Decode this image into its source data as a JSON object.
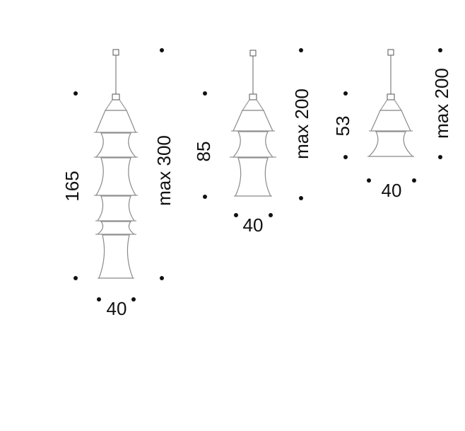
{
  "lamps": [
    {
      "height_label": "165",
      "width_label": "40",
      "max_label": "max 300"
    },
    {
      "height_label": "85",
      "width_label": "40",
      "max_label": "max 200"
    },
    {
      "height_label": "53",
      "width_label": "40",
      "max_label": "max 200"
    }
  ]
}
